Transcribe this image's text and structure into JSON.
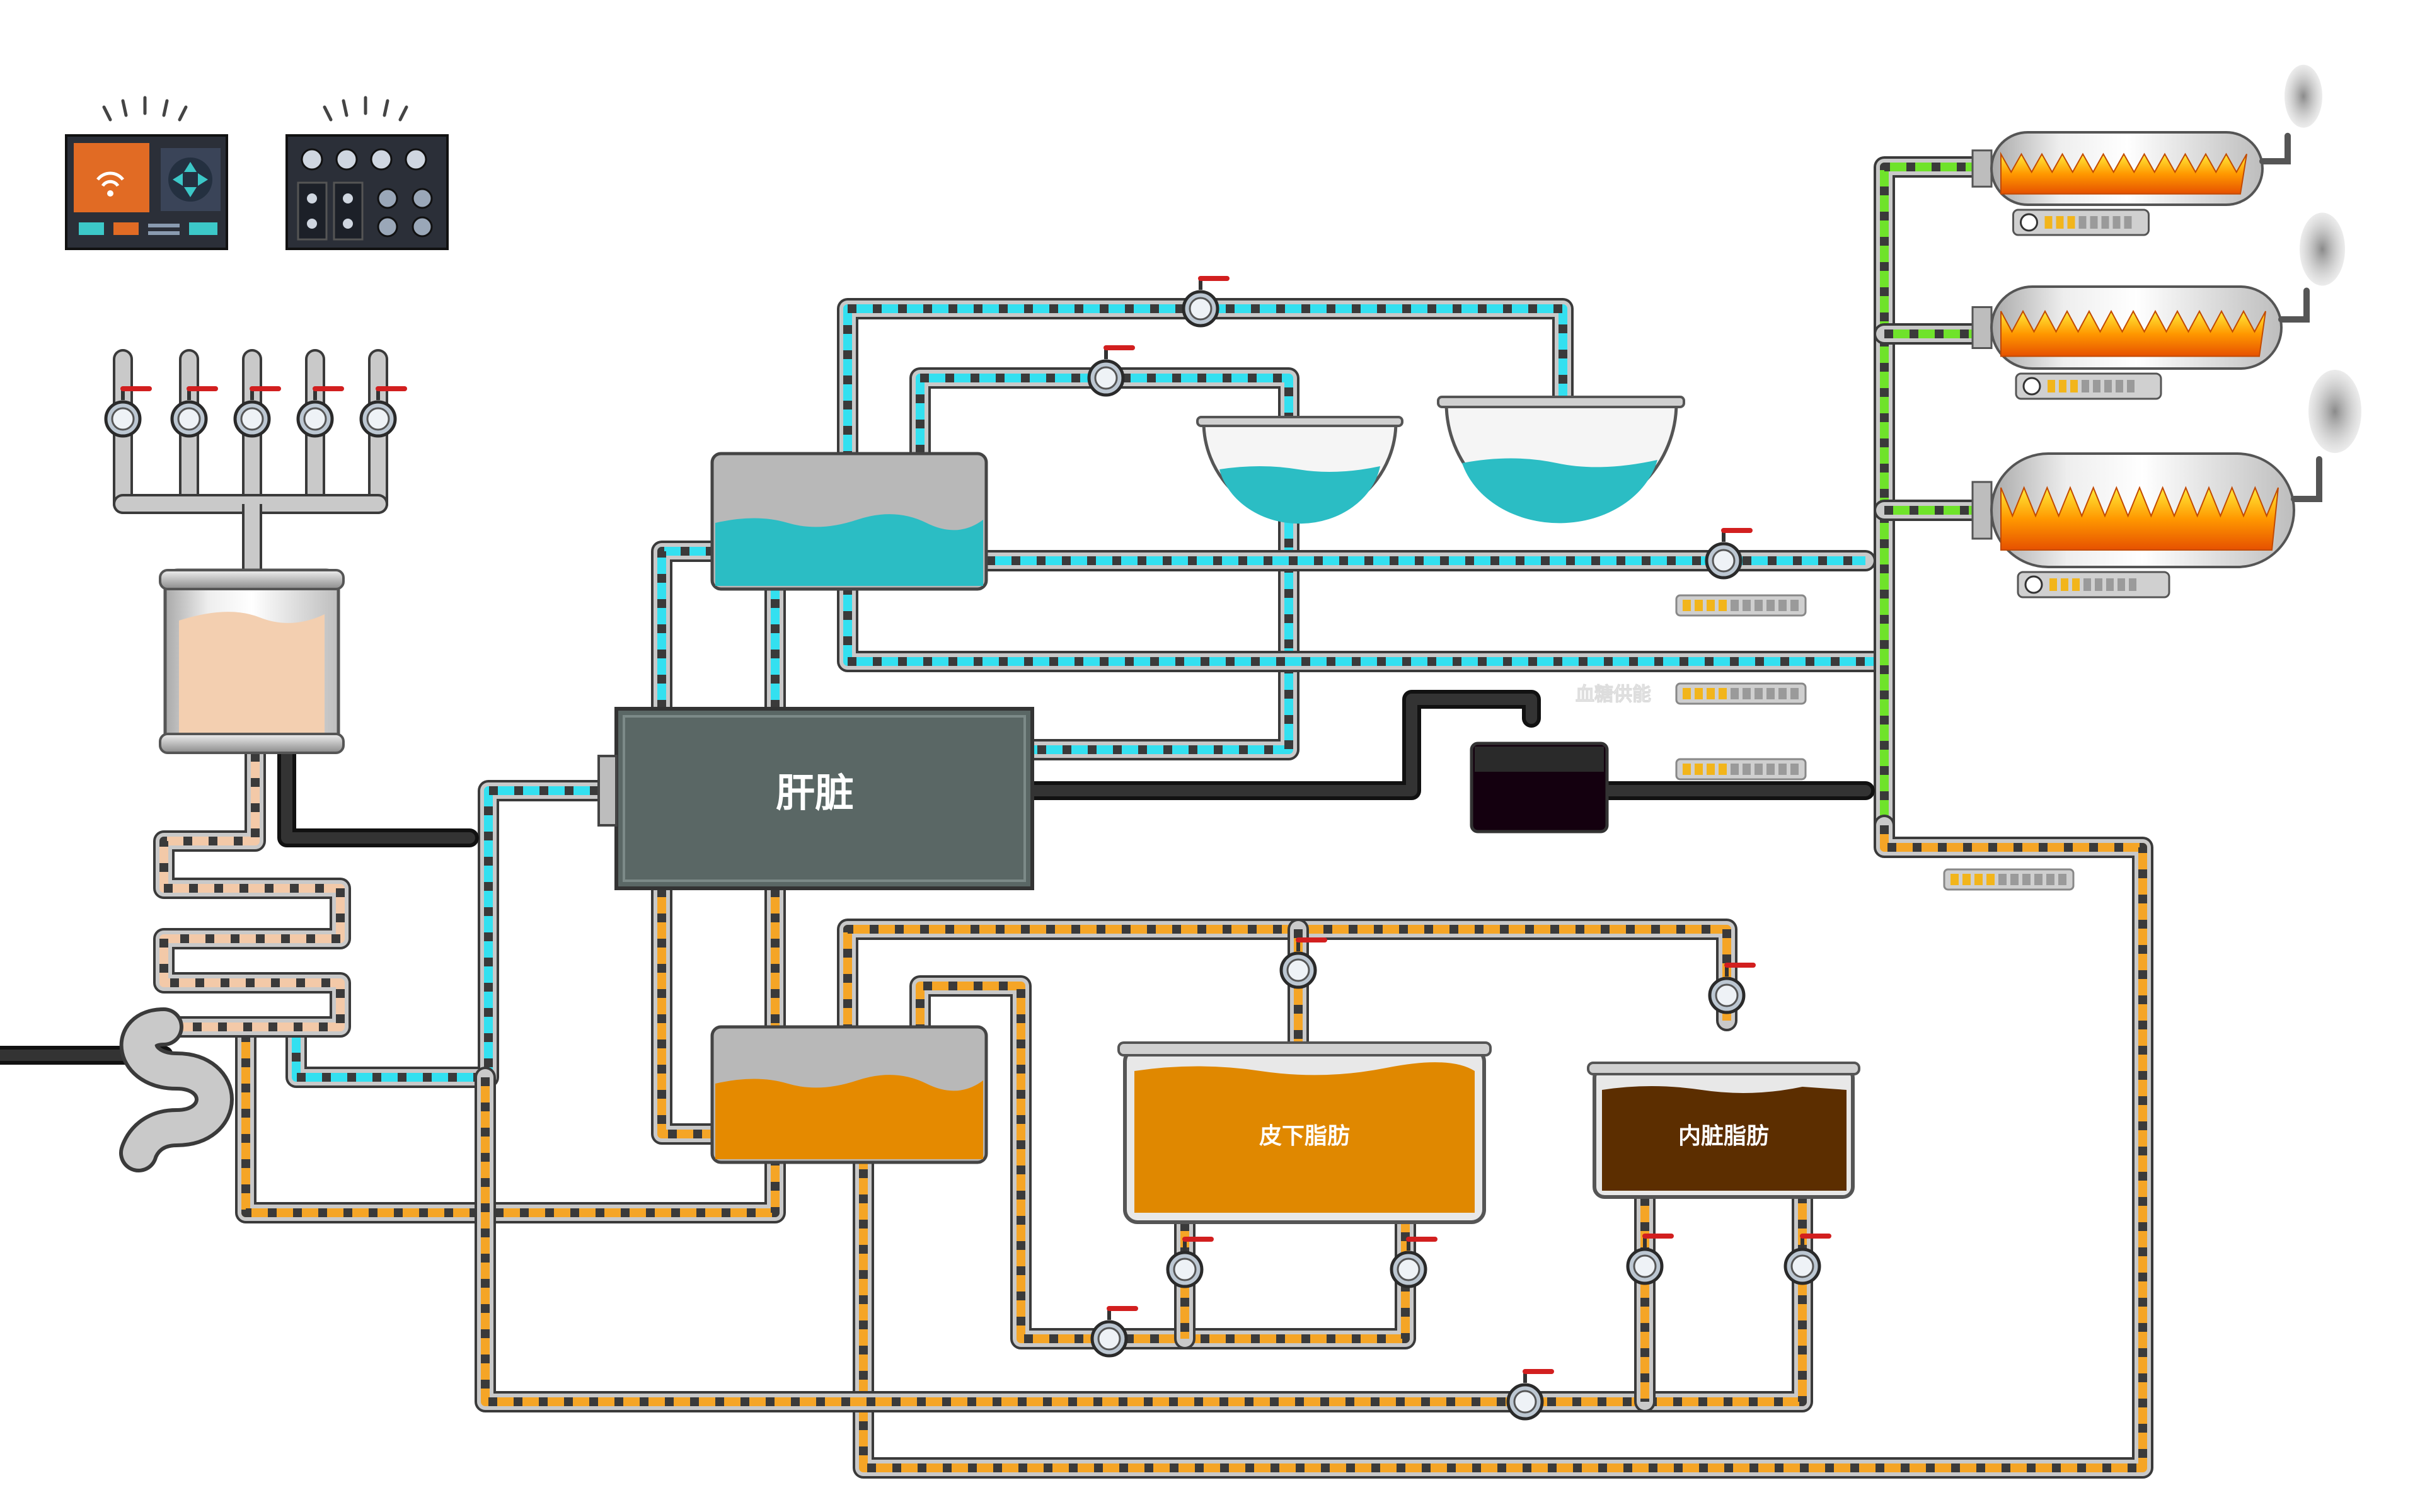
{
  "labels": {
    "liver": "肝脏",
    "subcutaneous_fat": "皮下脂肪",
    "visceral_fat": "内脏脂肪",
    "blood_sugar_supply": "血糖供能"
  },
  "colors": {
    "glucose_flow": "#33e0f0",
    "fat_flow": "#f5a526",
    "energy_flow": "#6fe32a",
    "food_flow": "#f3c9a8",
    "waste_flow": "#1c1c1c",
    "liver_box": "#5a6765",
    "liver_tank": "#2bbdc4",
    "fat_tank": "#e58a00",
    "subcutaneous_tank": "#e08800",
    "visceral_tank": "#5c2e00",
    "food_tank": "#f3cfb0",
    "waste_tank": "#14000f"
  },
  "gauges": [
    {
      "id": "gauge-1",
      "level": 0.4
    },
    {
      "id": "gauge-2",
      "level": 0.4
    },
    {
      "id": "gauge-3",
      "level": 0.4
    },
    {
      "id": "gauge-4",
      "level": 0.4
    },
    {
      "id": "burner-gauge-1",
      "level": 0.4
    },
    {
      "id": "burner-gauge-2",
      "level": 0.4
    },
    {
      "id": "burner-gauge-3",
      "level": 0.4
    }
  ],
  "icons": {
    "control_panel_1": "wifi-control-panel-icon",
    "control_panel_2": "knob-control-panel-icon",
    "valve": "valve-icon",
    "burner": "burner-tank-icon",
    "smoke": "smoke-icon"
  }
}
